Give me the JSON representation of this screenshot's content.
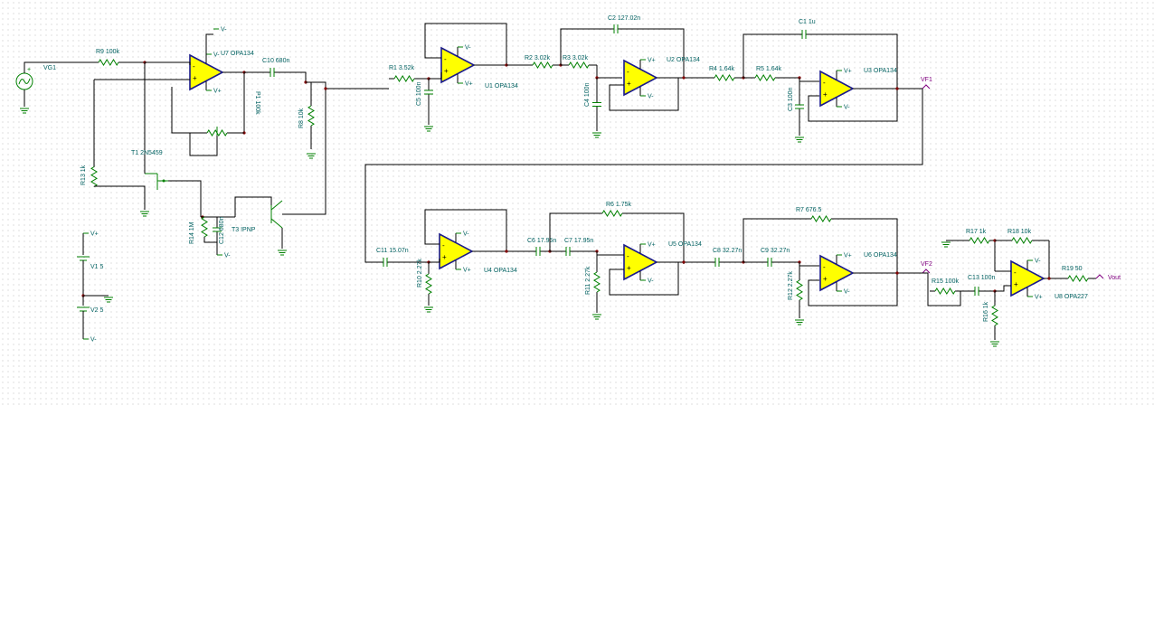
{
  "colors": {
    "wire": "#000000",
    "component": "#008000",
    "label": "#006060",
    "opamp_fill": "#ffff00",
    "opamp_outline": "#1a1a8c",
    "probe": "#800080",
    "node": "#800000"
  },
  "labels": {
    "vg1": "VG1",
    "r9": "R9 100k",
    "u7": "U7 OPA134",
    "c10": "C10 680n",
    "p1": "P1 100k",
    "r8": "R8 10k",
    "t1": "T1 2N5459",
    "r13": "R13 1k",
    "r14": "R14 1M",
    "c12": "C12 680n",
    "t3": "T3 !PNP",
    "v1": "V1 5",
    "v2": "V2 5",
    "r1": "R1 3.52k",
    "c5": "C5 100n",
    "u1": "U1 OPA134",
    "c2": "C2 127.02n",
    "r2": "R2 3.02k",
    "r3": "R3 3.02k",
    "c4": "C4 100n",
    "u2": "U2 OPA134",
    "c1": "C1 1u",
    "r4": "R4 1.64k",
    "r5": "R5 1.64k",
    "c3": "C3 100n",
    "u3": "U3 OPA134",
    "vf1": "VF1",
    "c11": "C11 15.07n",
    "r10": "R10 2.27k",
    "u4": "U4 OPA134",
    "c6": "C6 17.95n",
    "c7": "C7 17.95n",
    "r6": "R6 1.75k",
    "r11": "R11 2.27k",
    "u5": "U5 OPA134",
    "c8": "C8 32.27n",
    "c9": "C9 32.27n",
    "r7": "R7 676.5",
    "r12": "R12 2.27k",
    "u6": "U6 OPA134",
    "vf2": "VF2",
    "r17": "R17 1k",
    "r18": "R18 10k",
    "r15": "R15 100k",
    "c13": "C13 100n",
    "r16": "R16 1k",
    "u8": "U8 OPA227",
    "r19": "R19 50",
    "vout": "Vout",
    "vplus": "V+",
    "vminus": "V-",
    "plus": "+",
    "minus": "-"
  }
}
